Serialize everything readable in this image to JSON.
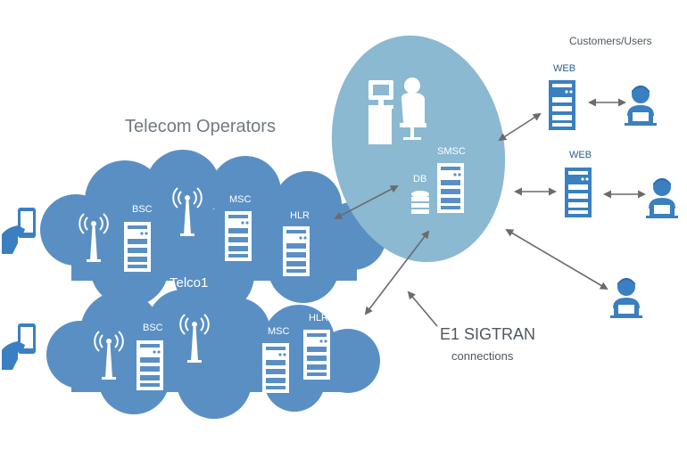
{
  "diagram": {
    "title": "Telecom Operators",
    "customers_label": "Customers/Users",
    "smsc_label": "SMSC",
    "db_label": "DB",
    "web_labels": [
      "WEB",
      "WEB"
    ],
    "telco1": {
      "name": "Telco1",
      "bsc": "BSC",
      "msc": "MSC",
      "hlr": "HLR"
    },
    "telco2": {
      "bsc": "BSC",
      "msc": "MSC",
      "hlr": "HLR"
    },
    "link_label": "E1 SIGTRAN",
    "link_sublabel": "connections",
    "icons": [
      "mobile-phone-icon",
      "antenna-tower-icon",
      "server-rack-icon",
      "database-icon",
      "operator-desk-icon",
      "user-at-laptop-icon",
      "double-arrow-icon"
    ],
    "colors": {
      "cloud": "#5a8fc4",
      "smsc_ellipse": "#8ab9d1",
      "arrow": "#6b6b6b",
      "icon_blue": "#3a7fc1",
      "text_gray": "#6f7a83"
    }
  }
}
